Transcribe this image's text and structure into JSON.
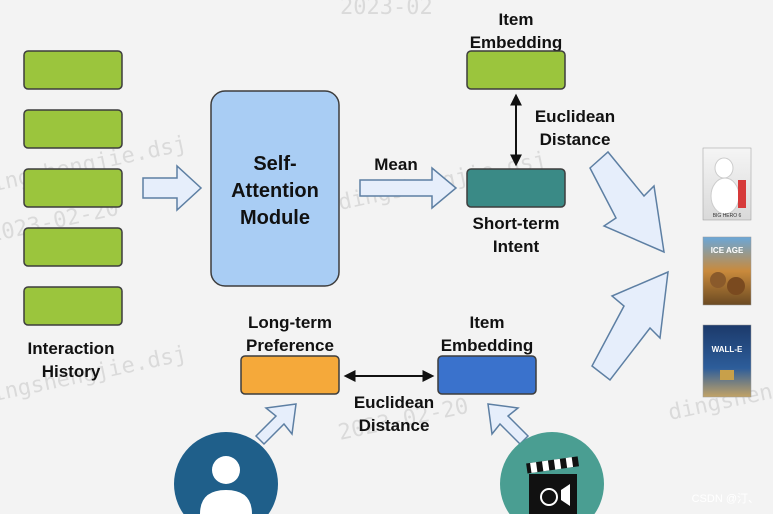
{
  "history": {
    "label_line1": "Interaction",
    "label_line2": "History"
  },
  "attention": {
    "line1": "Self-",
    "line2": "Attention",
    "line3": "Module"
  },
  "mean_label": "Mean",
  "top_item": {
    "line1": "Item",
    "line2": "Embedding"
  },
  "top_distance": {
    "line1": "Euclidean",
    "line2": "Distance"
  },
  "short_term": {
    "line1": "Short-term",
    "line2": "Intent"
  },
  "long_term": {
    "line1": "Long-term",
    "line2": "Preference"
  },
  "bottom_item": {
    "line1": "Item",
    "line2": "Embedding"
  },
  "bottom_distance": {
    "line1": "Euclidean",
    "line2": "Distance"
  },
  "posters": [
    "BIG HERO 6",
    "ICE AGE",
    "WALL-E"
  ],
  "watermarks": [
    "2023-02",
    "dingshengjie.dsj",
    "2023-02-20"
  ],
  "credit": "CSDN @汀、",
  "colors": {
    "green": "#9bc53d",
    "blue_module": "#a9cdf4",
    "teal": "#3a8a86",
    "orange": "#f5a93a",
    "blue_item": "#3a72cc",
    "arrow_fill": "#e6eefb",
    "arrow_stroke": "#5d7fa3",
    "user_circle": "#1f5f8a",
    "film_circle": "#4a9e92"
  },
  "icons": [
    "user-icon",
    "film-clapper-icon"
  ]
}
